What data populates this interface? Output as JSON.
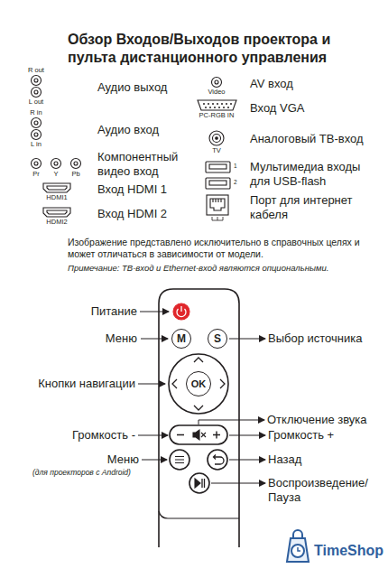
{
  "diagram": {
    "title": "Обзор Входов/Выходов проектора и пульта дистанционного управления",
    "nodes": [
      {
        "text": [
          "M"
        ]
      },
      {
        "text": [
          "S"
        ]
      },
      {
        "text": [
          "OK"
        ]
      }
    ],
    "labels": [
      "R out",
      "L out",
      "Аудио выход",
      "R in",
      "L in",
      "Аудио вход",
      "Pr",
      "Y",
      "Pb",
      "Компонентный видео вход",
      "HDMI1",
      "Вход HDMI 1",
      "HDMI2",
      "Вход HDMI 2",
      "Video",
      "AV вход",
      "PC-RGB IN",
      "Вход VGA",
      "TV",
      "Аналоговый ТВ-вход",
      "1",
      "2",
      "Мультимедиа входы для USB-flash",
      "Порт для интернет кабеля",
      "Изображение представлено исключительно в справочных целях и может отличаться в зависимости от модели.",
      "Примечание: ТВ-вход и Ethernet-вход являются опциональными.",
      "Питание",
      "Меню",
      "Кнопки навигации",
      "Громкость -",
      "Меню",
      "(для проекторов с Android)",
      "Выбор источника",
      "Отключение звука",
      "Громкость +",
      "Назад",
      "Воспроизведение/ Пауза",
      "TimeShop"
    ]
  }
}
